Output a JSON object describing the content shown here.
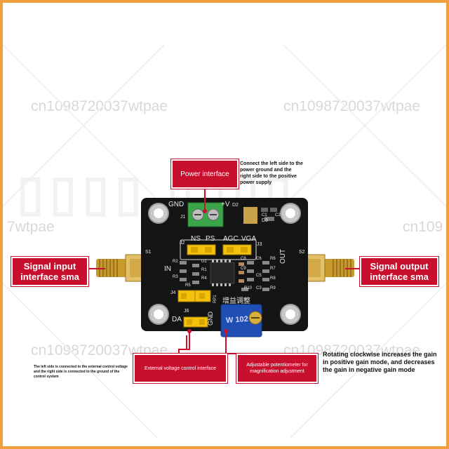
{
  "watermark": {
    "text": "cn1098720037wtpae",
    "fragment_left": "7wtpae",
    "fragment_right": "cn109"
  },
  "callouts": {
    "power_interface": "Power interface",
    "power_note": "Connect the left side to the power ground and the right side to the positive power supply",
    "signal_input": "Signal input interface sma",
    "signal_output": "Signal output interface sma",
    "external_voltage": "External voltage control interface",
    "external_note": "The left side is connected to the external control voltage and the right side is connected to the ground of the control system",
    "potentiometer": "Adjustable potentiometer for magnification adjustment",
    "rotation_note": "Rotating clockwise increases the gain in positive gain mode, and decreases the gain in negative gain mode"
  },
  "board_labels": {
    "gnd_top": "GND",
    "v_plus": "+V",
    "d2": "D2",
    "d3": "D3",
    "j1": "J1",
    "j2": "J2",
    "ns": "NS",
    "ps": "PS",
    "agc": "AGC",
    "vga": "VGA",
    "j3": "J3",
    "s1": "S1",
    "s2": "S2",
    "in": "IN",
    "out": "OUT",
    "r1": "R1",
    "r2": "R2",
    "r3": "R3",
    "r4": "R4",
    "r5": "R5",
    "r6": "R6",
    "r7": "R7",
    "r8": "R8",
    "r9": "R9",
    "r10": "R10",
    "c1": "C1",
    "c2": "C2",
    "c3": "C3",
    "c5": "C5",
    "c6": "C6",
    "c8": "C8",
    "c9": "C9",
    "u1": "U1",
    "j4": "J4",
    "j6": "J6",
    "rp1": "RP1",
    "gain_adjust": "增益调整",
    "da": "DA",
    "gnd_bottom": "GND",
    "pot_marking": "W 102"
  },
  "colors": {
    "callout_red": "#c8102e",
    "board_black": "#141414",
    "jumper_yellow": "#f4c20d",
    "sma_gold": "#c89a2c",
    "terminal_green": "#3aa648",
    "pot_blue": "#1f4fb4"
  }
}
